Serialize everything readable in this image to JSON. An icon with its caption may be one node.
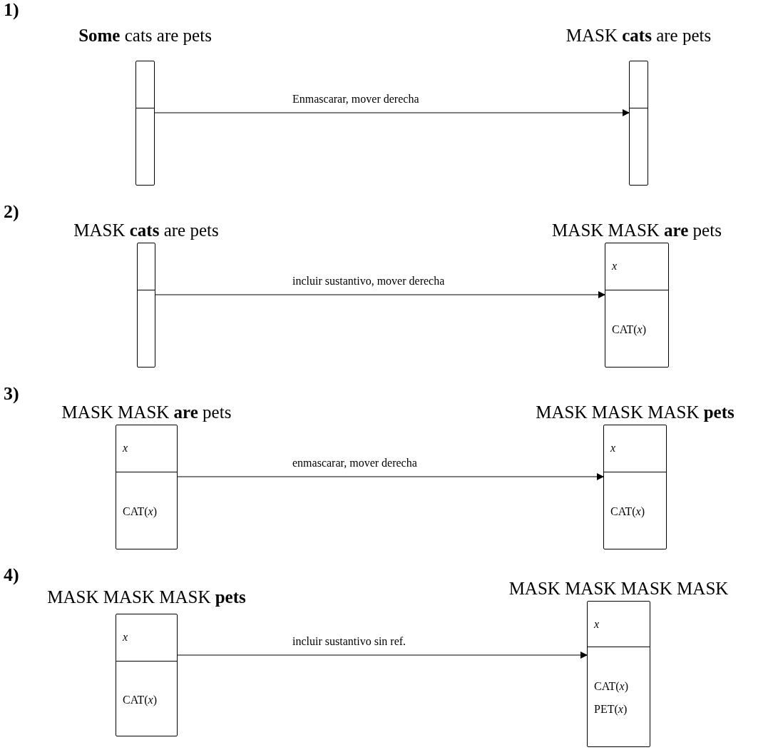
{
  "diagram": {
    "nodes": [
      {
        "text": [
          "**Some** cats are pets"
        ]
      },
      {
        "text": [
          "MASK **cats** are pets"
        ]
      },
      {
        "text": [
          "MASK **cats** are pets"
        ]
      },
      {
        "text": [
          "MASK MASK **are** pets",
          "*x*",
          "CAT(*x*)"
        ]
      },
      {
        "text": [
          "MASK MASK **are** pets",
          "*x*",
          "CAT(*x*)"
        ]
      },
      {
        "text": [
          "MASK MASK MASK **pets**",
          "*x*",
          "CAT(*x*)"
        ]
      },
      {
        "text": [
          "MASK MASK MASK **pets**",
          "*x*",
          "CAT(*x*)"
        ]
      },
      {
        "text": [
          "MASK MASK MASK MASK",
          "*x*",
          "CAT(*x*)",
          "PET(*x*)"
        ]
      }
    ],
    "edges": [
      {
        "from": 0,
        "to": 1,
        "arrow": "to",
        "label": "Enmascarar, mover derecha"
      },
      {
        "from": 2,
        "to": 3,
        "arrow": "to",
        "label": "incluir sustantivo, mover derecha"
      },
      {
        "from": 4,
        "to": 5,
        "arrow": "to",
        "label": "enmascarar, mover derecha"
      },
      {
        "from": 6,
        "to": 7,
        "arrow": "to",
        "label": "incluir sustantivo sin ref."
      }
    ],
    "labels": [
      "1)",
      "2)",
      "3)",
      "4)"
    ]
  }
}
